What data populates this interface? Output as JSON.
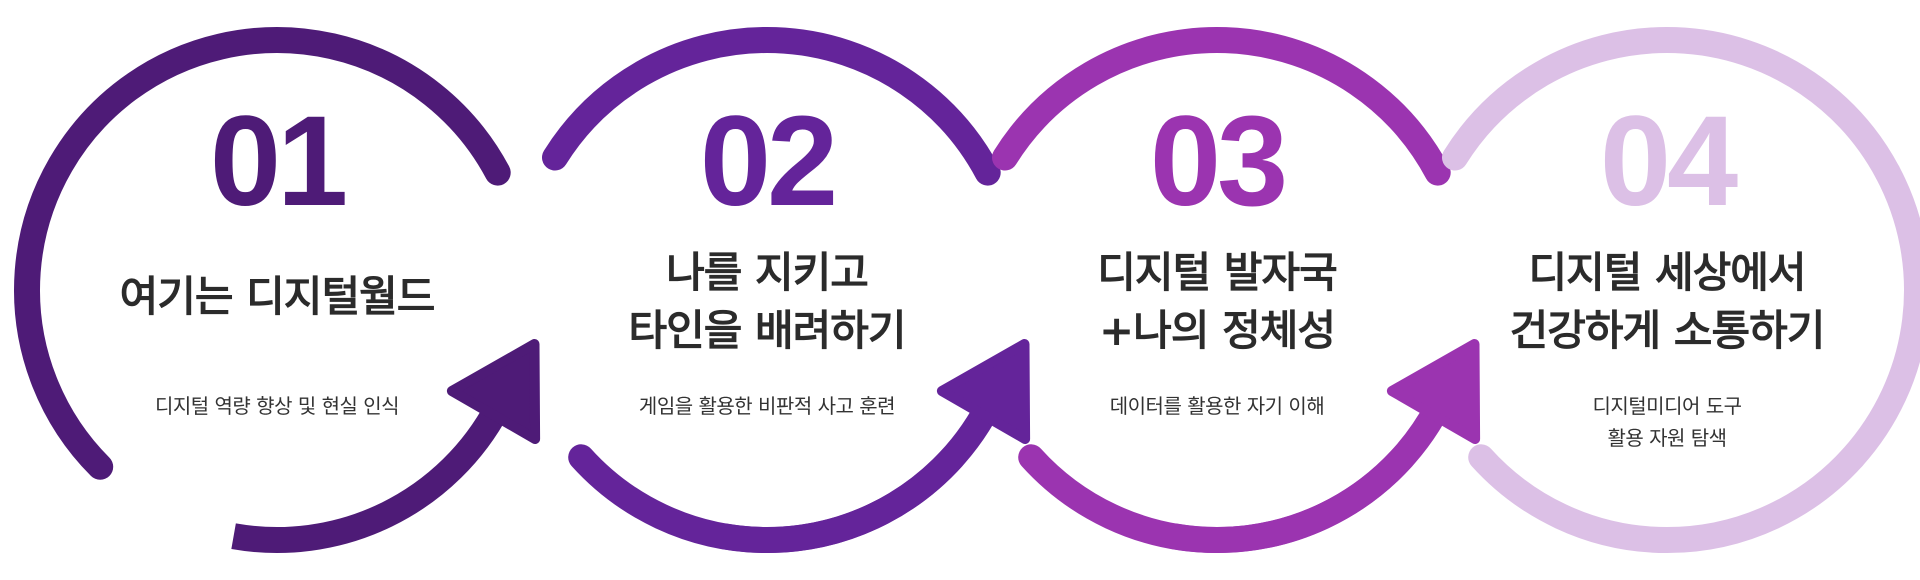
{
  "steps": [
    {
      "number": "01",
      "title": [
        "여기는 디지털월드"
      ],
      "desc": [
        "디지털 역량 향상 및 현실 인식"
      ],
      "color": "#4e1b77"
    },
    {
      "number": "02",
      "title": [
        "나를 지키고",
        "타인을 배려하기"
      ],
      "desc": [
        "게임을 활용한 비판적 사고 훈련"
      ],
      "color": "#64249a"
    },
    {
      "number": "03",
      "title": [
        "디지털 발자국",
        "+나의 정체성"
      ],
      "desc": [
        "데이터를 활용한 자기 이해"
      ],
      "color": "#9b34b0"
    },
    {
      "number": "04",
      "title": [
        "디지털 세상에서",
        "건강하게 소통하기"
      ],
      "desc": [
        "디지털미디어 도구",
        "활용 자원 탐색"
      ],
      "color": "#dcc0e6"
    }
  ]
}
